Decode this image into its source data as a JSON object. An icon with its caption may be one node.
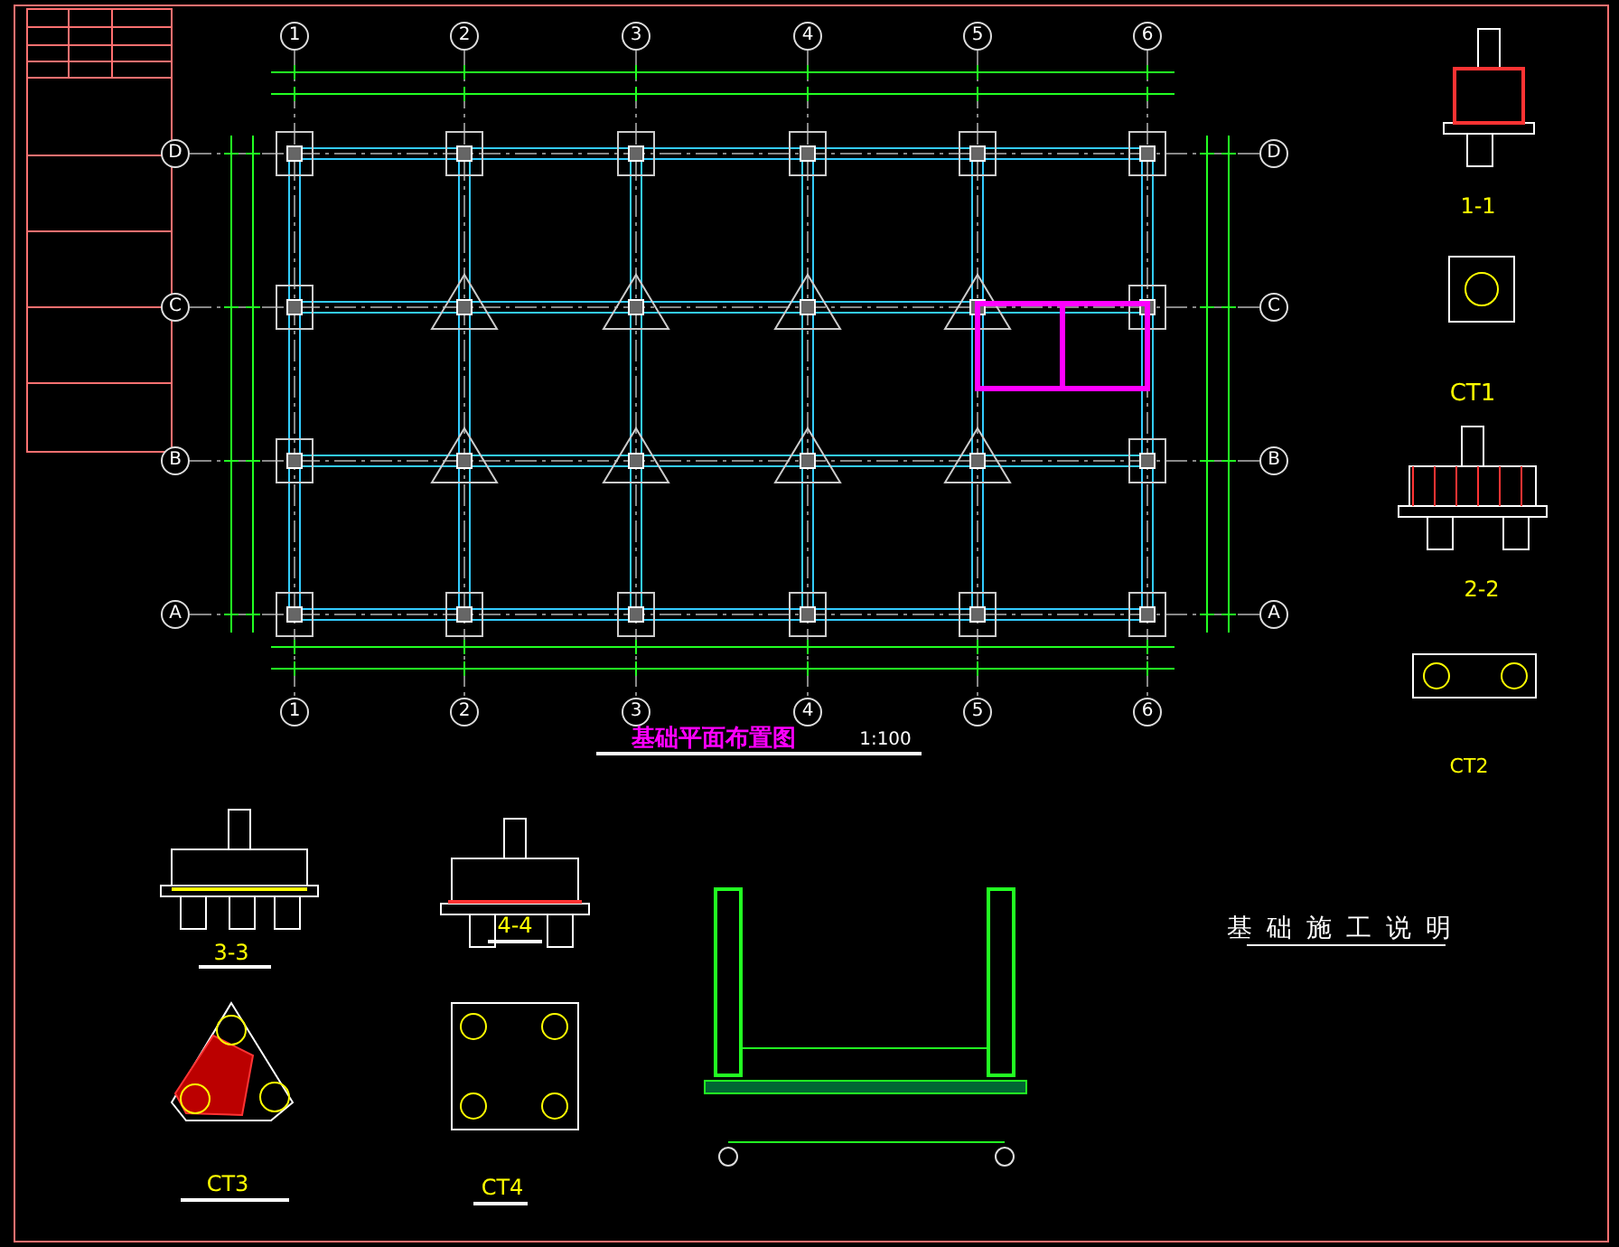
{
  "diagram": {
    "labels": [
      "1",
      "2",
      "3",
      "4",
      "5",
      "6",
      "D",
      "D",
      "C",
      "C",
      "B",
      "B",
      "A",
      "A",
      "1",
      "2",
      "3",
      "4",
      "5",
      "6",
      "基础平面布置图",
      "1:100",
      "1-1",
      "CT1",
      "2-2",
      "CT2",
      "3-3",
      "4-4",
      "CT3",
      "CT4",
      "基础施工说明"
    ]
  }
}
